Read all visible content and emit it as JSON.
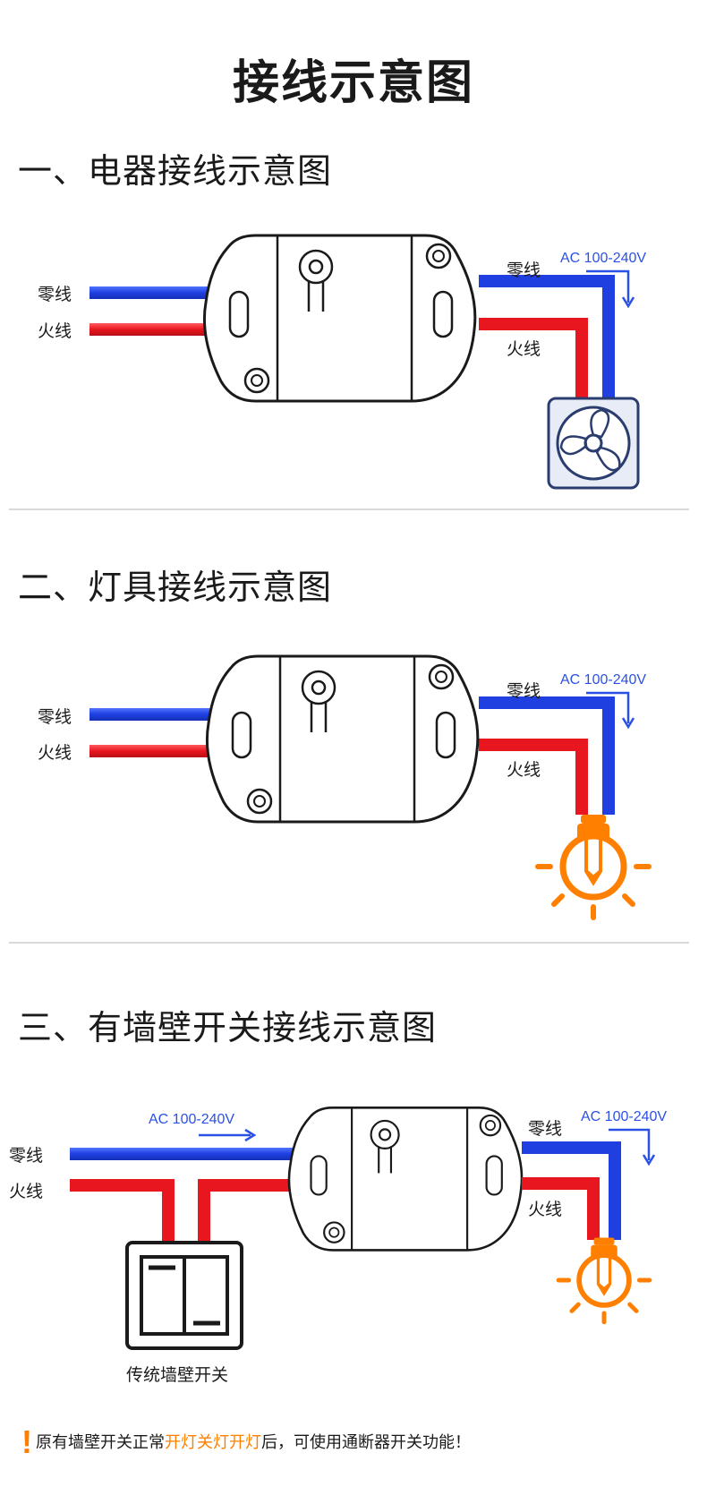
{
  "title": "接线示意图",
  "sections": [
    {
      "title": "一、电器接线示意图",
      "left_neutral": "零线",
      "left_live": "火线",
      "right_neutral": "零线",
      "right_live": "火线",
      "voltage": "AC 100-240V",
      "load_icon": "fan-icon"
    },
    {
      "title": "二、灯具接线示意图",
      "left_neutral": "零线",
      "left_live": "火线",
      "right_neutral": "零线",
      "right_live": "火线",
      "voltage": "AC 100-240V",
      "load_icon": "light-bulb-icon"
    },
    {
      "title": "三、有墙壁开关接线示意图",
      "left_neutral": "零线",
      "left_live": "火线",
      "right_neutral": "零线",
      "right_live": "火线",
      "voltage_left": "AC 100-240V",
      "voltage_right": "AC 100-240V",
      "switch_label": "传统墙壁开关",
      "load_icon": "light-bulb-icon"
    }
  ],
  "note": {
    "prefix": "原有墙壁开关正常",
    "highlight": "开灯关灯开灯",
    "suffix": "后，可使用通断器开关功能！"
  },
  "colors": {
    "neutral_wire": "#1f3fe0",
    "live_wire": "#e8161f",
    "accent": "#ff7f00",
    "voltage_text": "#2b50e6"
  }
}
